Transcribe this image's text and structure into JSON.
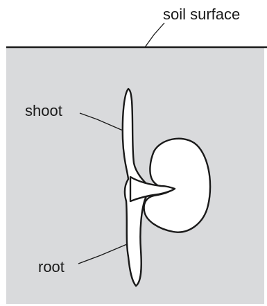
{
  "labels": {
    "soil_surface": "soil surface",
    "shoot": "shoot",
    "root": "root"
  },
  "colors": {
    "soil": "#d9dadc",
    "outline": "#1a1a1a",
    "seedling": "#ffffff"
  }
}
